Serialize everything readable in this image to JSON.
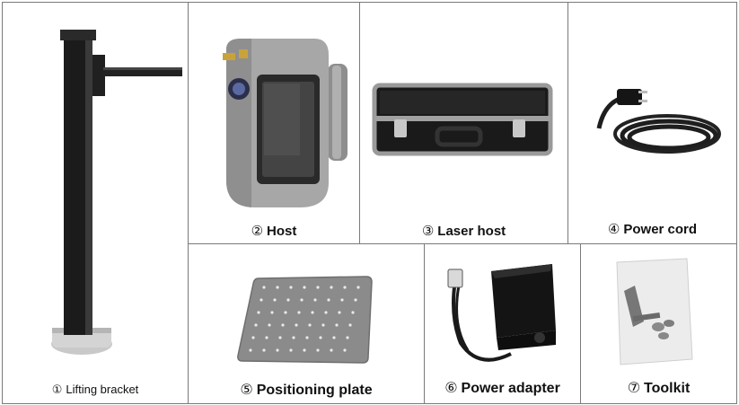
{
  "items": [
    {
      "num": "①",
      "label": "Lifting bracket"
    },
    {
      "num": "②",
      "label": "Host"
    },
    {
      "num": "③",
      "label": "Laser host"
    },
    {
      "num": "④",
      "label": "Power cord"
    },
    {
      "num": "⑤",
      "label": "Positioning plate"
    },
    {
      "num": "⑥",
      "label": "Power adapter"
    },
    {
      "num": "⑦",
      "label": "Toolkit"
    }
  ]
}
